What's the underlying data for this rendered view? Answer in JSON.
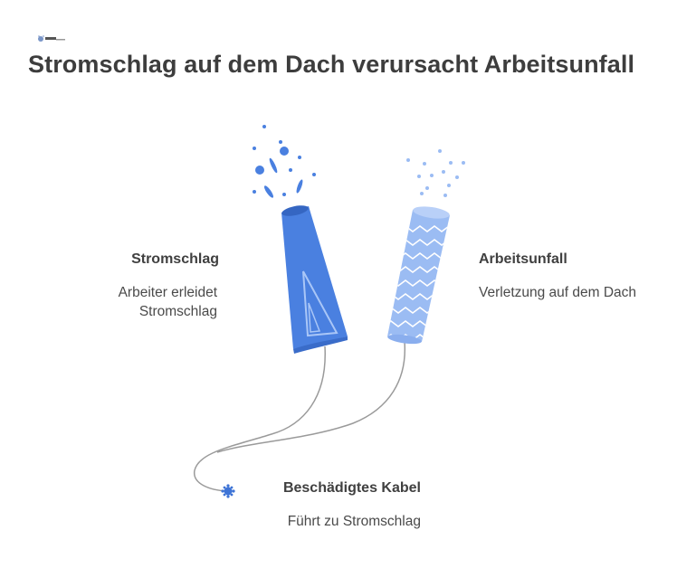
{
  "title": "Stromschlag auf dem Dach verursacht Arbeitsunfall",
  "logo_icon": "napkin-logo",
  "items": [
    {
      "title": "Stromschlag",
      "description": "Arbeiter erleidet Stromschlag",
      "color": "#4a80e0"
    },
    {
      "title": "Arbeitsunfall",
      "description": "Verletzung auf dem Dach",
      "color": "#9bbcf3"
    },
    {
      "title": "Beschädigtes Kabel",
      "description": "Führt zu Stromschlag",
      "color": "#4a80e0"
    }
  ]
}
